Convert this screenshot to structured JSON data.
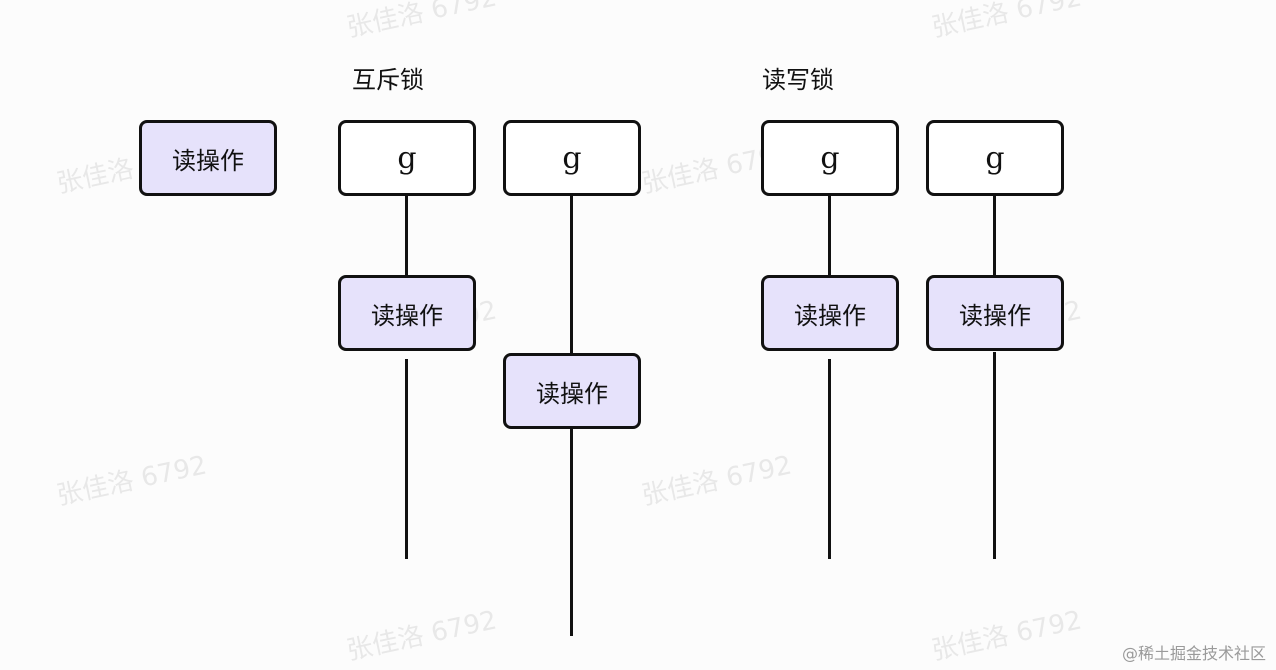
{
  "diagram": {
    "mutex_title": "互斥锁",
    "rwlock_title": "读写锁",
    "goroutine_label": "g",
    "read_op_label": "读操作"
  },
  "watermark": "张佳洛 6792",
  "footer": "@稀土掘金技术社区",
  "colors": {
    "read_op_fill": "#e6e2fb",
    "box_fill": "#ffffff",
    "stroke": "#111111"
  }
}
